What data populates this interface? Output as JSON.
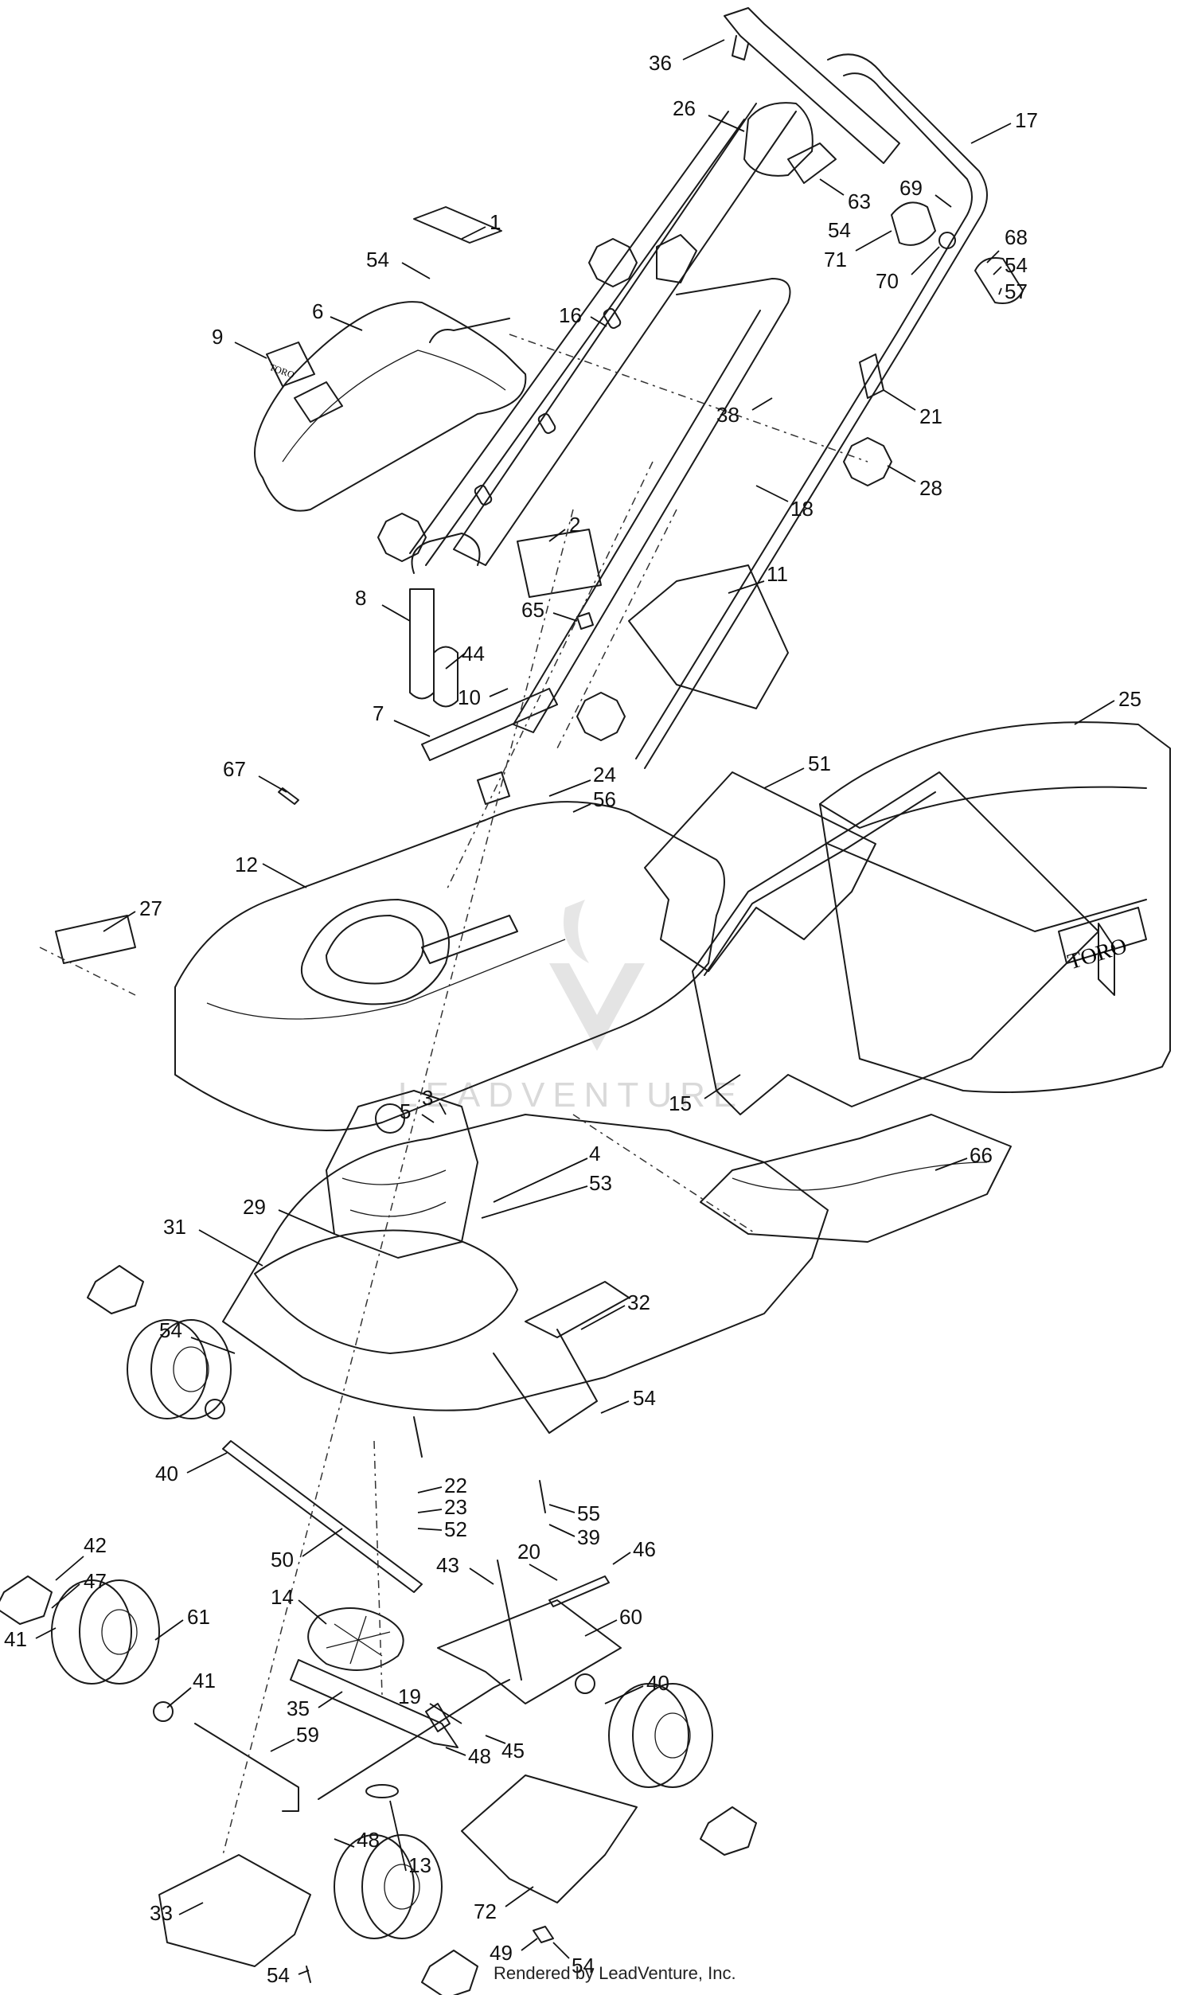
{
  "watermark": "LEADVENTURE",
  "credit": "Rendered by LeadVenture, Inc.",
  "logo_text": "TORO",
  "callouts": [
    {
      "label": "36"
    },
    {
      "label": "26"
    },
    {
      "label": "17"
    },
    {
      "label": "63"
    },
    {
      "label": "69"
    },
    {
      "label": "54"
    },
    {
      "label": "71"
    },
    {
      "label": "70"
    },
    {
      "label": "68"
    },
    {
      "label": "54"
    },
    {
      "label": "57"
    },
    {
      "label": "1"
    },
    {
      "label": "54"
    },
    {
      "label": "6"
    },
    {
      "label": "9"
    },
    {
      "label": "16"
    },
    {
      "label": "38"
    },
    {
      "label": "21"
    },
    {
      "label": "28"
    },
    {
      "label": "18"
    },
    {
      "label": "2"
    },
    {
      "label": "11"
    },
    {
      "label": "8"
    },
    {
      "label": "65"
    },
    {
      "label": "44"
    },
    {
      "label": "10"
    },
    {
      "label": "7"
    },
    {
      "label": "25"
    },
    {
      "label": "67"
    },
    {
      "label": "24"
    },
    {
      "label": "56"
    },
    {
      "label": "51"
    },
    {
      "label": "12"
    },
    {
      "label": "27"
    },
    {
      "label": "5"
    },
    {
      "label": "3"
    },
    {
      "label": "15"
    },
    {
      "label": "66"
    },
    {
      "label": "4"
    },
    {
      "label": "53"
    },
    {
      "label": "29"
    },
    {
      "label": "31"
    },
    {
      "label": "32"
    },
    {
      "label": "54"
    },
    {
      "label": "54"
    },
    {
      "label": "40"
    },
    {
      "label": "22"
    },
    {
      "label": "23"
    },
    {
      "label": "52"
    },
    {
      "label": "55"
    },
    {
      "label": "39"
    },
    {
      "label": "42"
    },
    {
      "label": "47"
    },
    {
      "label": "50"
    },
    {
      "label": "20"
    },
    {
      "label": "46"
    },
    {
      "label": "43"
    },
    {
      "label": "14"
    },
    {
      "label": "61"
    },
    {
      "label": "60"
    },
    {
      "label": "41"
    },
    {
      "label": "41"
    },
    {
      "label": "35"
    },
    {
      "label": "19"
    },
    {
      "label": "40"
    },
    {
      "label": "59"
    },
    {
      "label": "48"
    },
    {
      "label": "45"
    },
    {
      "label": "48"
    },
    {
      "label": "13"
    },
    {
      "label": "72"
    },
    {
      "label": "33"
    },
    {
      "label": "49"
    },
    {
      "label": "54"
    },
    {
      "label": "54"
    }
  ]
}
